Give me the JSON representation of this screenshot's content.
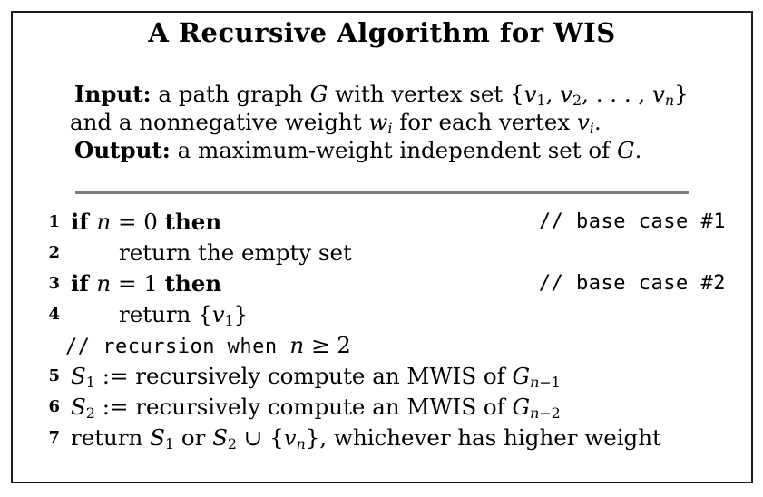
{
  "page": {
    "background": "#ffffff",
    "border_color": "#1c1c1c",
    "rule_color": "#7c7c7c",
    "text_color": "#000000"
  },
  "title": "A Recursive Algorithm for WIS",
  "preamble": [
    {
      "hang": false,
      "segments": [
        {
          "t": "Input:",
          "f": "b"
        },
        {
          "t": " a path graph ",
          "f": "r"
        },
        {
          "t": "G",
          "f": "i"
        },
        {
          "t": " with vertex set {",
          "f": "r"
        },
        {
          "t": "v",
          "f": "i"
        },
        {
          "t": "1",
          "f": "r",
          "sub": true
        },
        {
          "t": ", ",
          "f": "r"
        },
        {
          "t": "v",
          "f": "i"
        },
        {
          "t": "2",
          "f": "r",
          "sub": true
        },
        {
          "t": ", . . . , ",
          "f": "r"
        },
        {
          "t": "v",
          "f": "i"
        },
        {
          "t": "n",
          "f": "i",
          "sub": true
        },
        {
          "t": "}",
          "f": "r"
        }
      ]
    },
    {
      "hang": true,
      "segments": [
        {
          "t": "and a nonnegative weight ",
          "f": "r"
        },
        {
          "t": "w",
          "f": "i"
        },
        {
          "t": "i",
          "f": "i",
          "sub": true
        },
        {
          "t": " for each vertex ",
          "f": "r"
        },
        {
          "t": "v",
          "f": "i"
        },
        {
          "t": "i",
          "f": "i",
          "sub": true
        },
        {
          "t": ".",
          "f": "r"
        }
      ]
    },
    {
      "hang": false,
      "segments": [
        {
          "t": "Output:",
          "f": "b"
        },
        {
          "t": " a maximum-weight independent set of ",
          "f": "r"
        },
        {
          "t": "G",
          "f": "i"
        },
        {
          "t": ".",
          "f": "r"
        }
      ]
    }
  ],
  "code": [
    {
      "num": "1",
      "indent": 0,
      "comment": "// base case #1",
      "segments": [
        {
          "t": "if ",
          "f": "b"
        },
        {
          "t": "n",
          "f": "i"
        },
        {
          "t": " = 0 ",
          "f": "r"
        },
        {
          "t": "then",
          "f": "b"
        }
      ]
    },
    {
      "num": "2",
      "indent": 1,
      "comment": "",
      "segments": [
        {
          "t": "return the empty set",
          "f": "r"
        }
      ]
    },
    {
      "num": "3",
      "indent": 0,
      "comment": "// base case #2",
      "segments": [
        {
          "t": "if ",
          "f": "b"
        },
        {
          "t": "n",
          "f": "i"
        },
        {
          "t": " = 1 ",
          "f": "r"
        },
        {
          "t": "then",
          "f": "b"
        }
      ]
    },
    {
      "num": "4",
      "indent": 1,
      "comment": "",
      "segments": [
        {
          "t": "return {",
          "f": "r"
        },
        {
          "t": "v",
          "f": "i"
        },
        {
          "t": "1",
          "f": "r",
          "sub": true
        },
        {
          "t": "}",
          "f": "r"
        }
      ]
    },
    {
      "num": "",
      "indent": 2,
      "comment": "",
      "segments": [
        {
          "t": "// recursion when ",
          "f": "m"
        },
        {
          "t": "n",
          "f": "i"
        },
        {
          "t": " ≥ 2",
          "f": "r"
        }
      ]
    },
    {
      "num": "5",
      "indent": 0,
      "comment": "",
      "segments": [
        {
          "t": "S",
          "f": "i"
        },
        {
          "t": "1",
          "f": "r",
          "sub": true
        },
        {
          "t": " := recursively compute an MWIS of ",
          "f": "r"
        },
        {
          "t": "G",
          "f": "i"
        },
        {
          "t": "n",
          "f": "i",
          "sub": true
        },
        {
          "t": "−1",
          "f": "r",
          "sub": true
        }
      ]
    },
    {
      "num": "6",
      "indent": 0,
      "comment": "",
      "segments": [
        {
          "t": "S",
          "f": "i"
        },
        {
          "t": "2",
          "f": "r",
          "sub": true
        },
        {
          "t": " := recursively compute an MWIS of ",
          "f": "r"
        },
        {
          "t": "G",
          "f": "i"
        },
        {
          "t": "n",
          "f": "i",
          "sub": true
        },
        {
          "t": "−2",
          "f": "r",
          "sub": true
        }
      ]
    },
    {
      "num": "7",
      "indent": 0,
      "comment": "",
      "segments": [
        {
          "t": "return ",
          "f": "r"
        },
        {
          "t": "S",
          "f": "i"
        },
        {
          "t": "1",
          "f": "r",
          "sub": true
        },
        {
          "t": " or ",
          "f": "r"
        },
        {
          "t": "S",
          "f": "i"
        },
        {
          "t": "2",
          "f": "r",
          "sub": true
        },
        {
          "t": " ∪ {",
          "f": "r"
        },
        {
          "t": "v",
          "f": "i"
        },
        {
          "t": "n",
          "f": "i",
          "sub": true
        },
        {
          "t": "}, whichever has higher weight",
          "f": "r"
        }
      ]
    }
  ]
}
